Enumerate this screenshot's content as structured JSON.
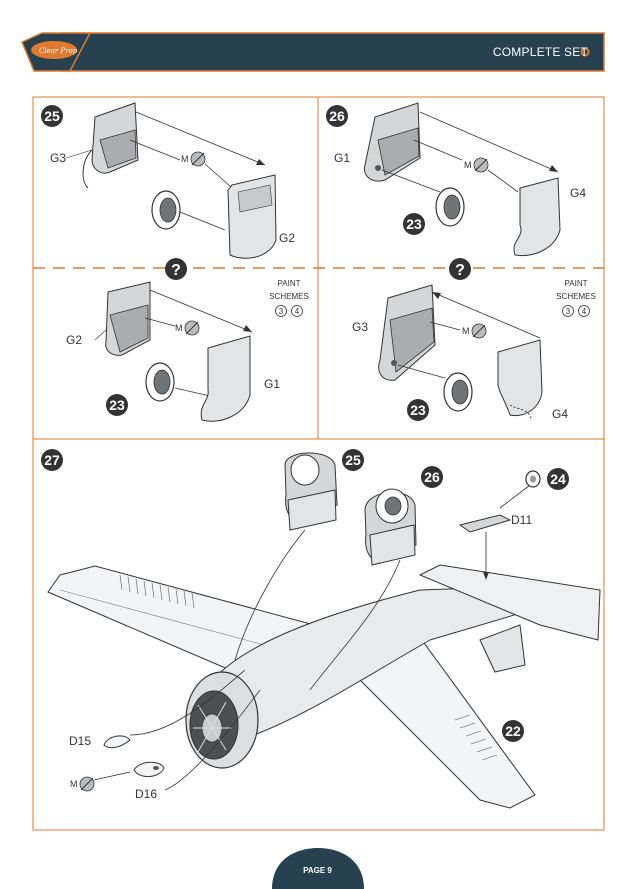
{
  "header": {
    "title": "COMPLETE SET"
  },
  "footer": {
    "page_label": "PAGE 9"
  },
  "steps": {
    "s25": {
      "number": "25",
      "part_a": "G3",
      "part_b": "G2",
      "paint_code": "M"
    },
    "s26": {
      "number": "26",
      "part_a": "G1",
      "part_b": "G4",
      "paint_code": "M",
      "wheel": "23"
    },
    "alt_left": {
      "part_a": "G2",
      "part_b": "G1",
      "paint_code": "M",
      "wheel": "23",
      "paint_label": [
        "PAINT",
        "SCHEMES"
      ],
      "schemes": [
        "3",
        "4"
      ]
    },
    "alt_right": {
      "part_a": "G3",
      "part_b": "G4",
      "paint_code": "M",
      "wheel": "23",
      "paint_label": [
        "PAINT",
        "SCHEMES"
      ],
      "schemes": [
        "3",
        "4"
      ]
    },
    "s27": {
      "number": "27",
      "ref_25": "25",
      "ref_26": "26",
      "ref_24": "24",
      "ref_22": "22",
      "part_d11": "D11",
      "part_d15": "D15",
      "part_d16": "D16",
      "paint_code": "M"
    }
  },
  "colors": {
    "navy": "#274150",
    "orange": "#e07a2e",
    "step_circle": "#333333"
  }
}
